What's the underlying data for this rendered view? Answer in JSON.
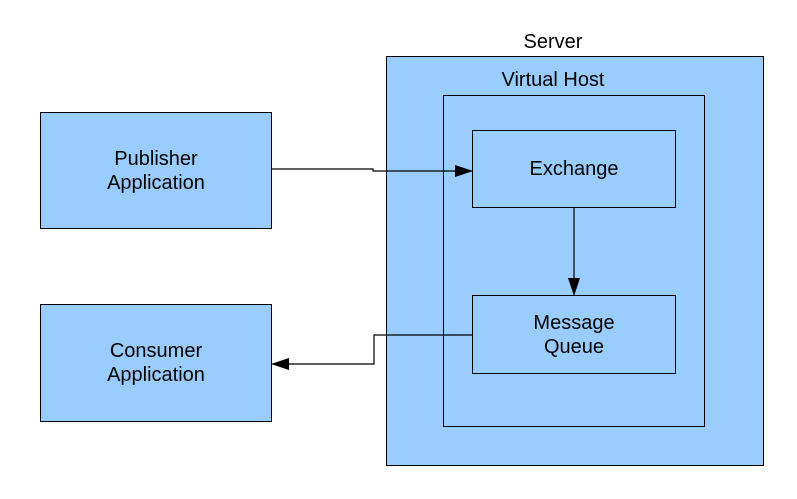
{
  "diagram": {
    "server_label": "Server",
    "virtual_host_label": "Virtual Host",
    "publisher_label": "Publisher\nApplication",
    "consumer_label": "Consumer\nApplication",
    "exchange_label": "Exchange",
    "queue_label": "Message\nQueue"
  },
  "colors": {
    "box_fill": "#99ccff",
    "stroke": "#000000"
  }
}
